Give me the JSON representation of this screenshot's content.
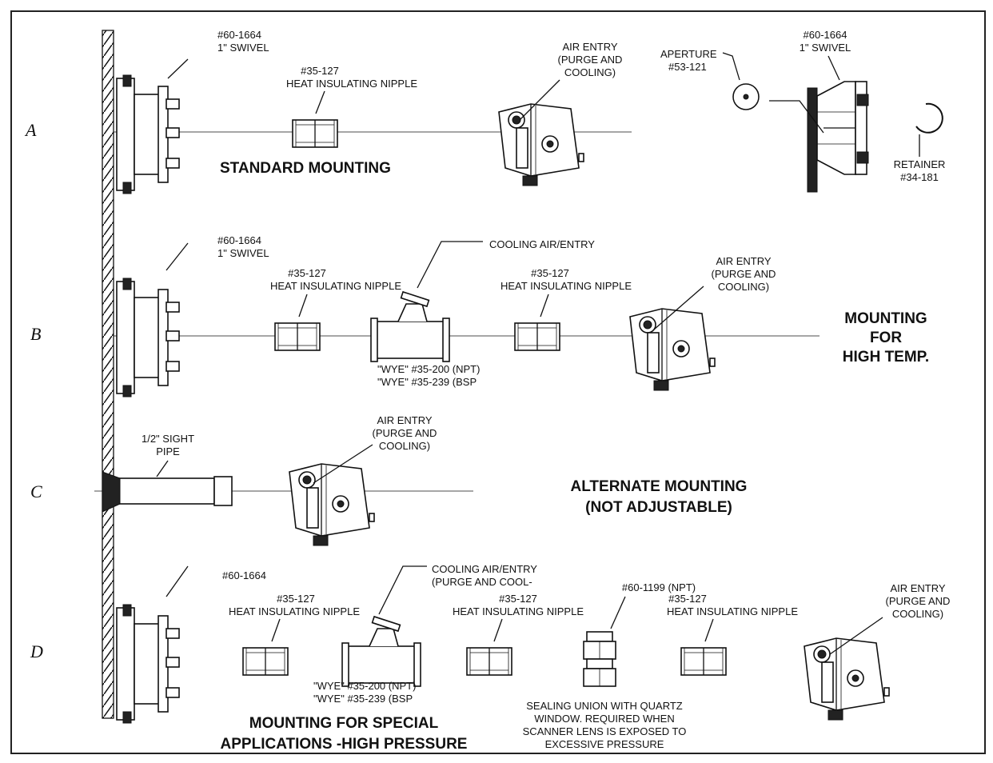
{
  "rows": {
    "a": "A",
    "b": "B",
    "c": "C",
    "d": "D"
  },
  "labels": {
    "a_swivel_num": "#60-1664",
    "a_swivel_name": "1\" SWIVEL",
    "a_nipple_num": "#35-127",
    "a_nipple_name": "HEAT INSULATING NIPPLE",
    "a_air_1": "AIR ENTRY",
    "a_air_2": "(PURGE AND",
    "a_air_3": "COOLING)",
    "aperture_name": "APERTURE",
    "aperture_num": "#53-121",
    "detail_swivel_num": "#60-1664",
    "detail_swivel_name": "1\" SWIVEL",
    "retainer_name": "RETAINER",
    "retainer_num": "#34-181",
    "standard_mounting": "STANDARD MOUNTING",
    "b_swivel_num": "#60-1664",
    "b_swivel_name": "1\" SWIVEL",
    "b_nipple1_num": "#35-127",
    "b_nipple1_name": "HEAT INSULATING NIPPLE",
    "b_cooling": "COOLING AIR/ENTRY",
    "b_nipple2_num": "#35-127",
    "b_nipple2_name": "HEAT INSULATING NIPPLE",
    "b_air_1": "AIR ENTRY",
    "b_air_2": "(PURGE AND",
    "b_air_3": "COOLING)",
    "b_wye_npt": "\"WYE\" #35-200  (NPT)",
    "b_wye_bsp": "\"WYE\" #35-239  (BSP",
    "high_temp_1": "MOUNTING",
    "high_temp_2": "FOR",
    "high_temp_3": "HIGH TEMP.",
    "c_sight_1": "1/2\" SIGHT",
    "c_sight_2": "PIPE",
    "c_air_1": "AIR ENTRY",
    "c_air_2": "(PURGE AND",
    "c_air_3": "COOLING)",
    "alt_1": "ALTERNATE MOUNTING",
    "alt_2": "(NOT ADJUSTABLE)",
    "d_swivel_num": "#60-1664",
    "d_cooling_1": "COOLING AIR/ENTRY",
    "d_cooling_2": "(PURGE AND COOL-",
    "d_nipple1_num": "#35-127",
    "d_nipple1_name": "HEAT INSULATING NIPPLE",
    "d_nipple2_num": "#35-127",
    "d_nipple2_name": "HEAT INSULATING NIPPLE",
    "d_union_num": "#60-1199 (NPT)",
    "d_nipple3_num": "#35-127",
    "d_nipple3_name": "HEAT INSULATING NIPPLE",
    "d_air_1": "AIR ENTRY",
    "d_air_2": "(PURGE AND",
    "d_air_3": "COOLING)",
    "d_wye_npt": "\"WYE\" #35-200  (NPT)",
    "d_wye_bsp": "\"WYE\" #35-239  (BSP",
    "seal_1": "SEALING UNION WITH QUARTZ",
    "seal_2": "WINDOW. REQUIRED WHEN",
    "seal_3": "SCANNER LENS IS EXPOSED TO",
    "seal_4": "EXCESSIVE PRESSURE",
    "special_1": "MOUNTING FOR SPECIAL",
    "special_2": "APPLICATIONS -HIGH PRESSURE"
  }
}
